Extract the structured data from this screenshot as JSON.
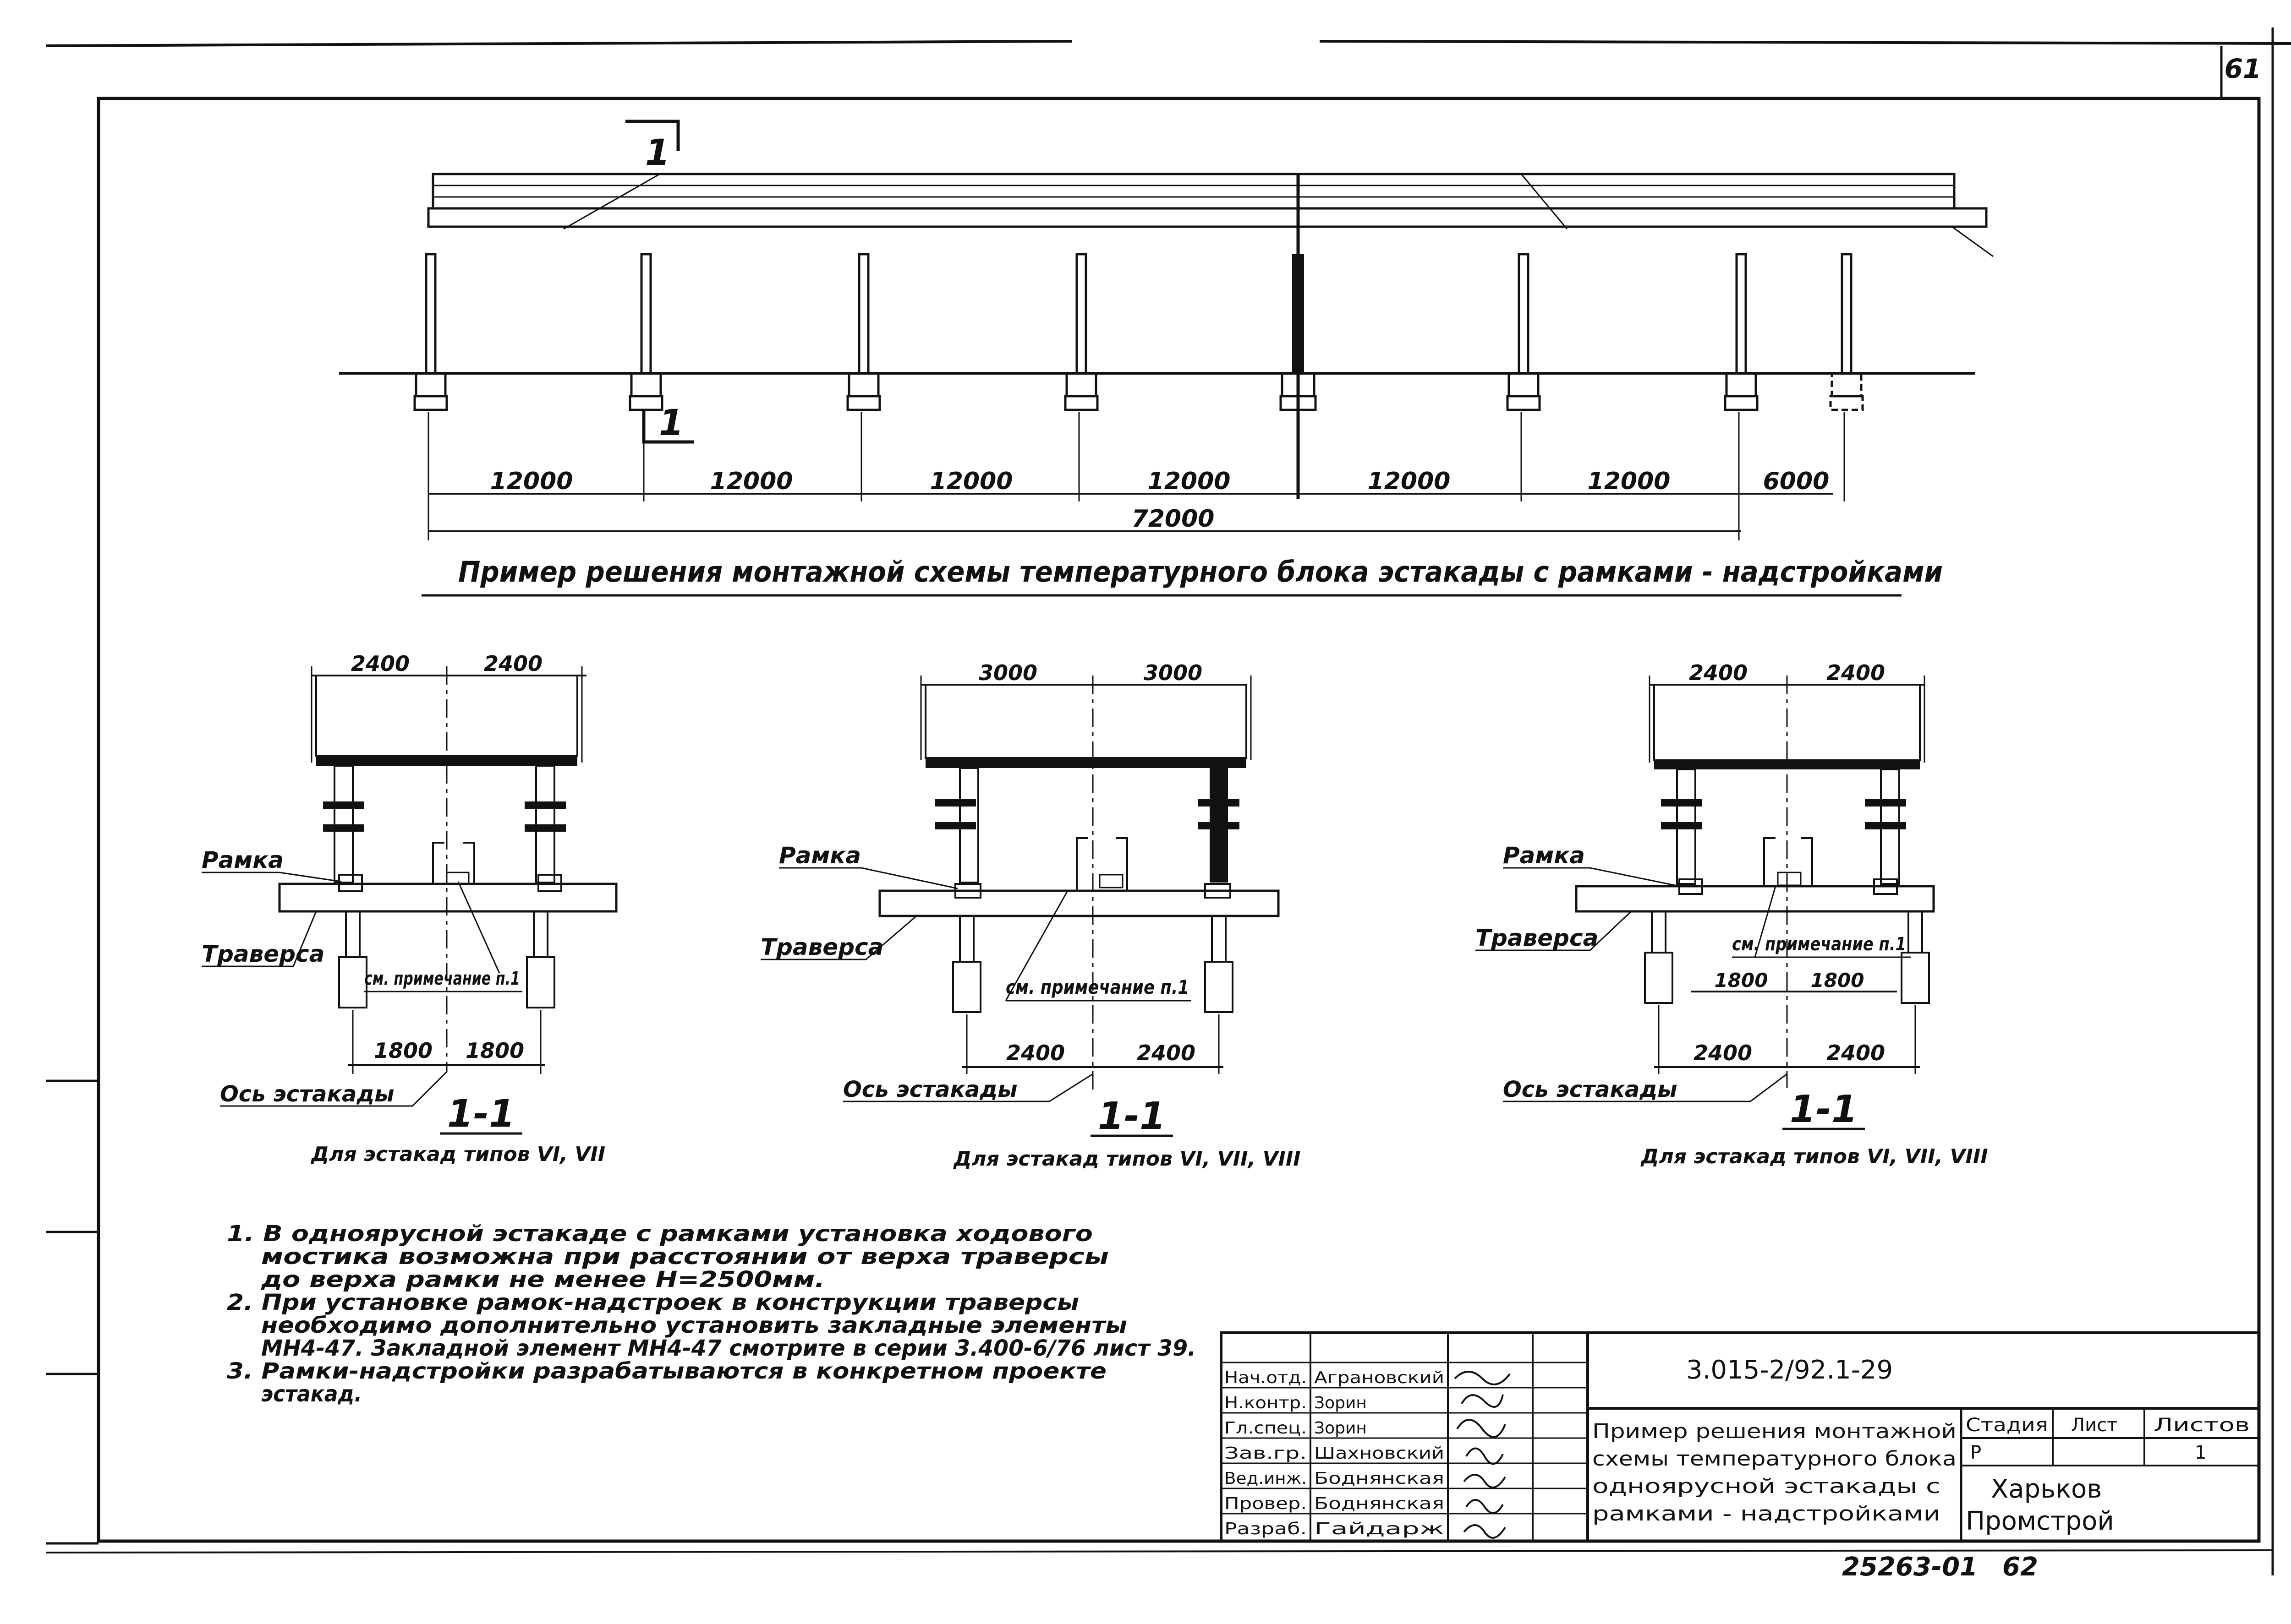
{
  "page": {
    "sheet_number": "61",
    "bottom_left_code": "25263-01",
    "bottom_right_number": "62"
  },
  "main_drawing": {
    "section_mark": "1",
    "spans": [
      "12000",
      "12000",
      "12000",
      "12000",
      "12000",
      "12000",
      "6000"
    ],
    "total_span": "72000",
    "title": "Пример решения монтажной схемы температурного блока эстакады с рамками - надстройками"
  },
  "sections": [
    {
      "top_dims": [
        "2400",
        "2400"
      ],
      "bottom_dims": [
        "1800",
        "1800"
      ],
      "label_ramka": "Рамка",
      "label_traversa": "Траверса",
      "label_note": "см. примечание п.1",
      "label_os": "Ось эстакады",
      "section_title": "1-1",
      "caption": "Для эстакад типов VI, VII"
    },
    {
      "top_dims": [
        "3000",
        "3000"
      ],
      "bottom_dims": [
        "2400",
        "2400"
      ],
      "label_ramka": "Рамка",
      "label_traversa": "Траверса",
      "label_note": "см. примечание п.1",
      "label_os": "Ось эстакады",
      "section_title": "1-1",
      "caption": "Для эстакад типов VI, VII, VIII"
    },
    {
      "top_dims": [
        "2400",
        "2400"
      ],
      "mid_dims": [
        "1800",
        "1800"
      ],
      "bottom_dims": [
        "2400",
        "2400"
      ],
      "label_ramka": "Рамка",
      "label_traversa": "Траверса",
      "label_note": "см. примечание п.1",
      "label_os": "Ось эстакады",
      "section_title": "1-1",
      "caption": "Для эстакад типов VI, VII, VIII"
    }
  ],
  "notes": [
    "1. В одноярусной эстакаде с рамками установка ходового",
    "мостика возможна при расстоянии от верха траверсы",
    "до верха рамки не менее H=2500мм.",
    "2. При установке рамок-надстроек в конструкции траверсы",
    "необходимо дополнительно установить закладные элементы",
    "МН4-47. Закладной элемент МН4-47 смотрите в серии 3.400-6/76 лист 39.",
    "3. Рамки-надстройки разрабатываются в конкретном проекте",
    "эстакад."
  ],
  "title_block": {
    "document_code": "3.015-2/92.1-29",
    "roles": [
      "Нач.отд.",
      "Н.контр.",
      "Гл.спец.",
      "Зав.гр.",
      "Вед.инж.",
      "Провер.",
      "Разраб."
    ],
    "names": [
      "Аграновский",
      "Зорин",
      "Зорин",
      "Шахновский",
      "Боднянская",
      "Боднянская",
      "Гайдарж"
    ],
    "description": [
      "Пример решения монтажной",
      "схемы температурного блока",
      "одноярусной эстакады с",
      "рамками - надстройками"
    ],
    "headers": [
      "Стадия",
      "Лист",
      "Листов"
    ],
    "values": [
      "Р",
      "",
      "1"
    ],
    "organization": [
      "Харьков",
      "Промстрой"
    ]
  }
}
